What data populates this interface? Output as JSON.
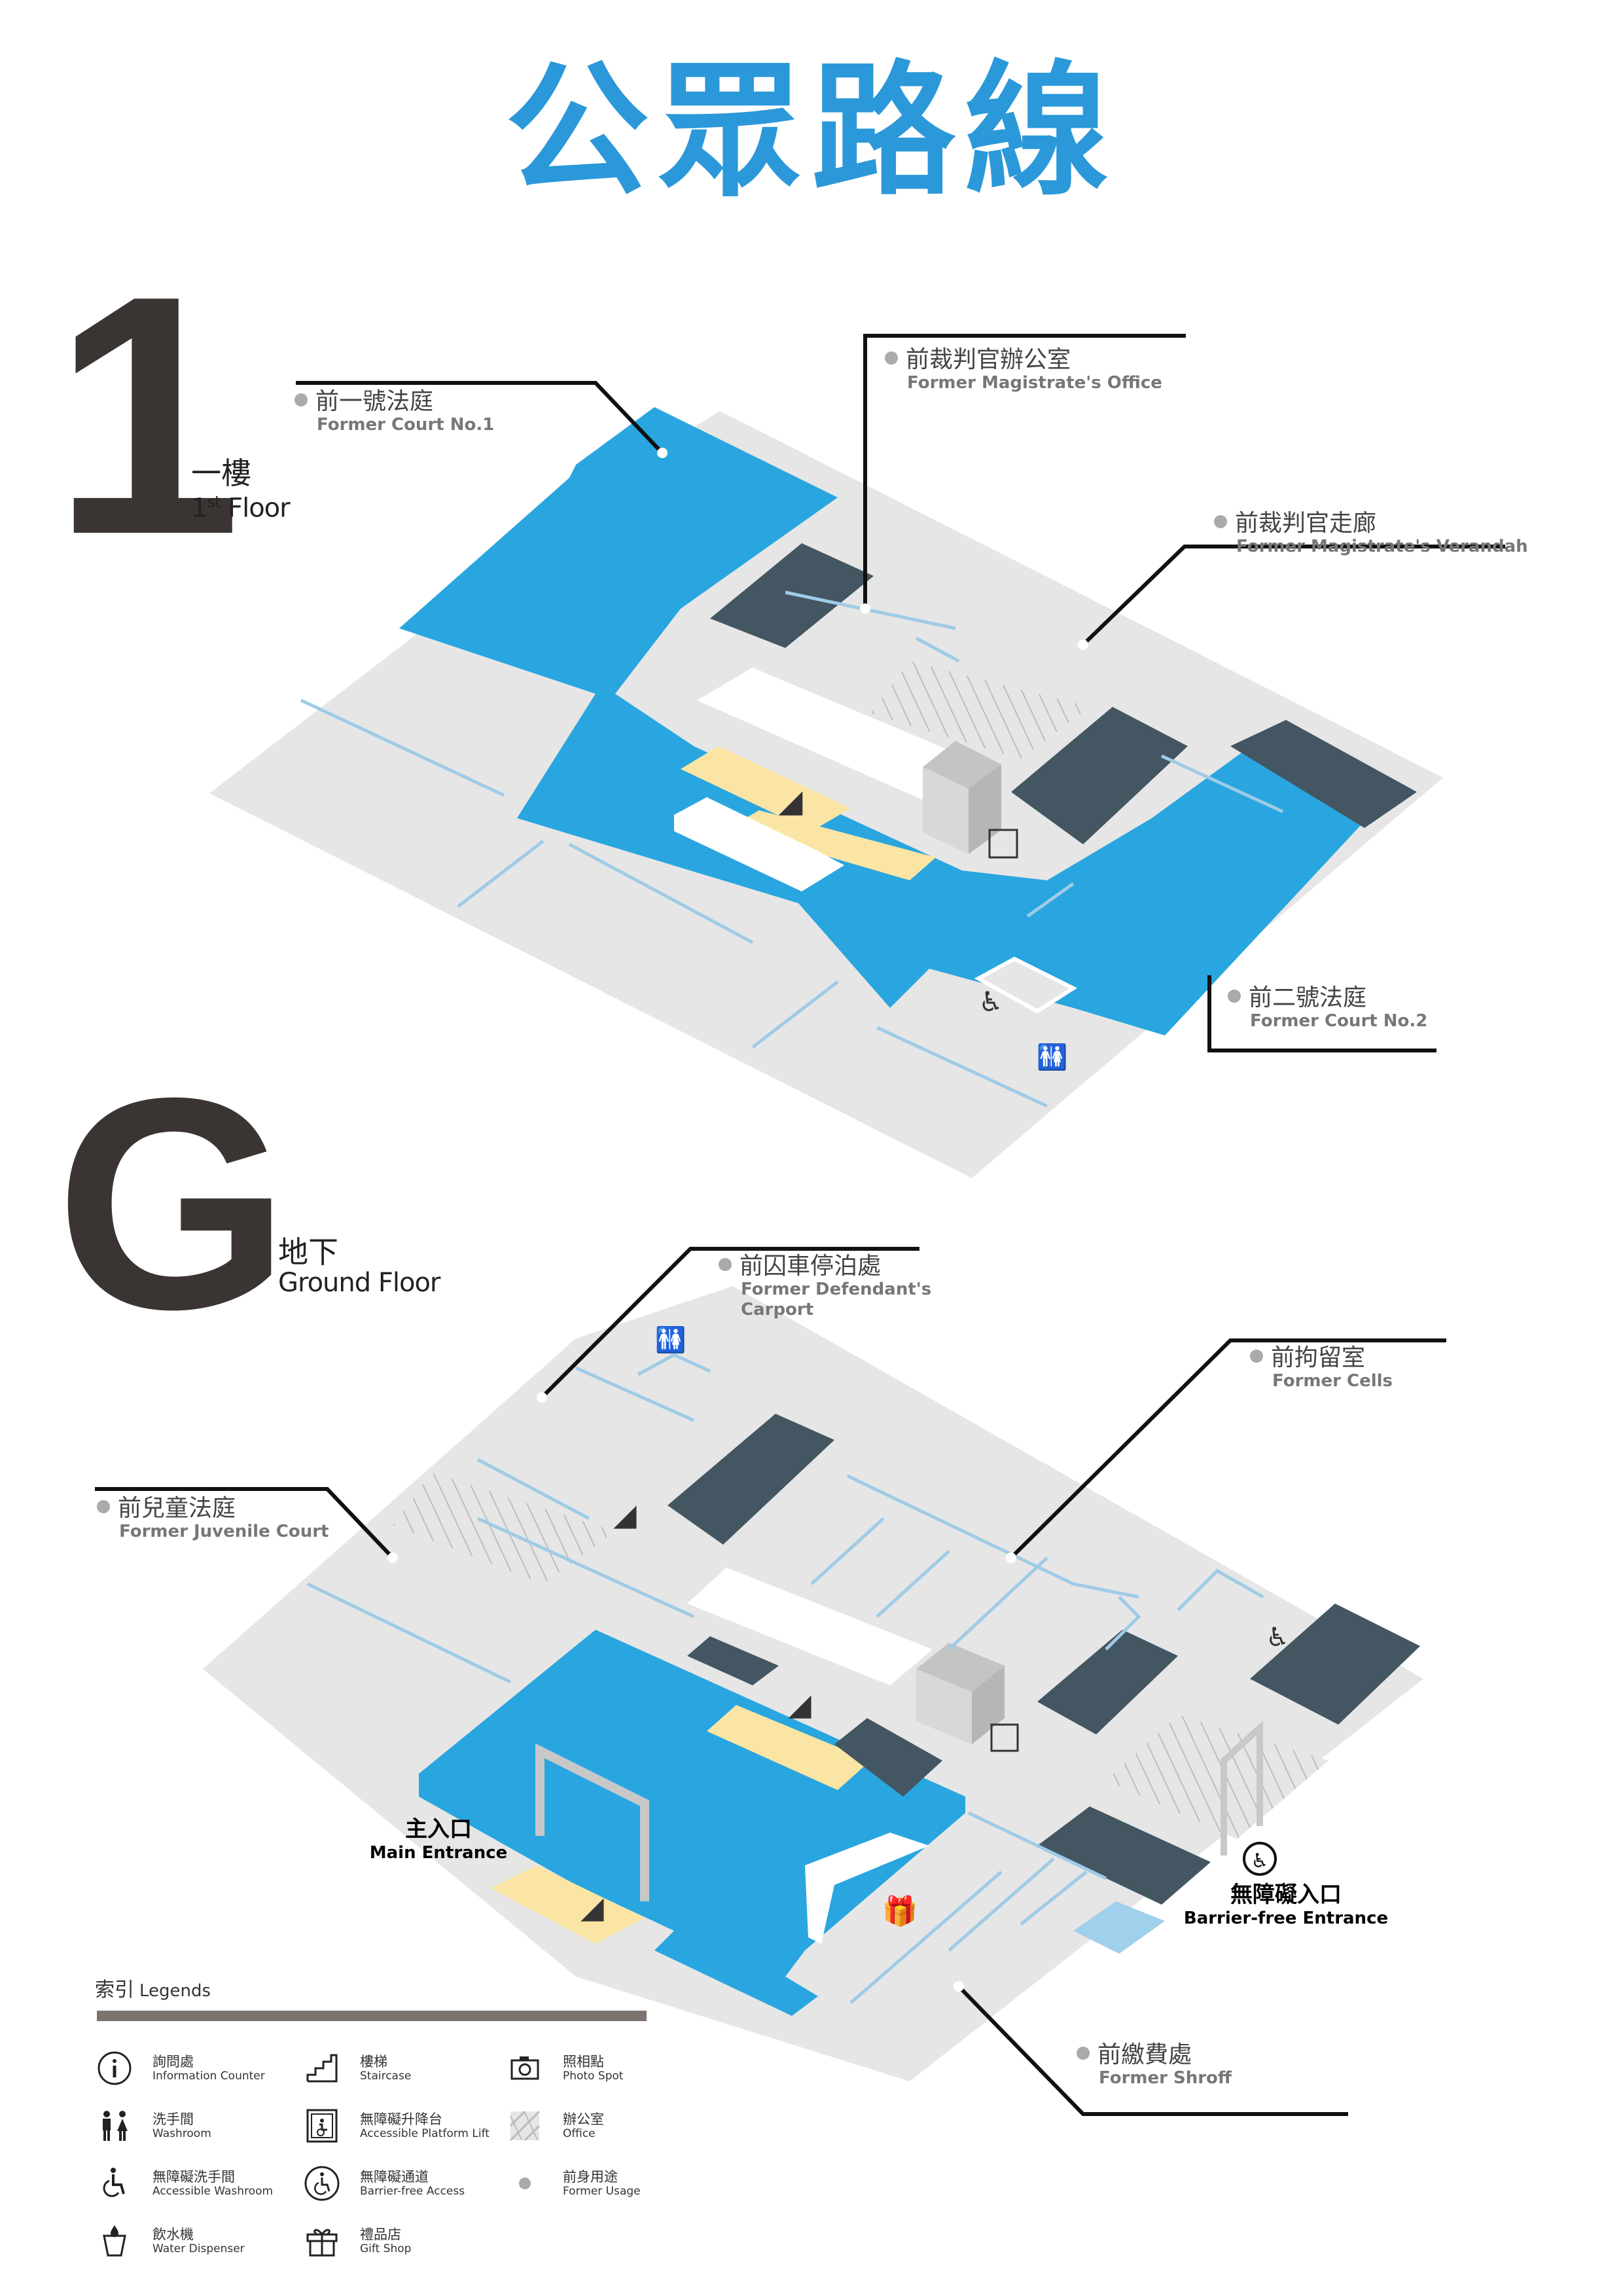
{
  "title": "公眾路線",
  "colors": {
    "title": "#2b98d9",
    "public_route": "#29a6df",
    "floor_base": "#e6e6e6",
    "office_dark": "#435661",
    "staircase": "#fbe5a4",
    "wall_lines": "#9fcbe6",
    "leader_line": "#111111",
    "usage_dot": "#aaaaaa",
    "legend_bar": "#7d746f"
  },
  "floors": {
    "first": {
      "number": "1",
      "zh": "一樓",
      "en_num": "1",
      "en_sup": "st",
      "en_suffix": " Floor"
    },
    "ground": {
      "number": "G",
      "zh": "地下",
      "en": "Ground Floor"
    }
  },
  "first_floor_callouts": [
    {
      "zh": "前一號法庭",
      "en": "Former Court No.1"
    },
    {
      "zh": "前裁判官辦公室",
      "en": "Former Magistrate's Office"
    },
    {
      "zh": "前裁判官走廊",
      "en": "Former Magistrate's Verandah"
    },
    {
      "zh": "前二號法庭",
      "en": "Former Court No.2"
    }
  ],
  "ground_floor_callouts": [
    {
      "zh": "前囚車停泊處",
      "en": "Former Defendant's",
      "en2": "Carport"
    },
    {
      "zh": "前拘留室",
      "en": "Former Cells"
    },
    {
      "zh": "前兒童法庭",
      "en": "Former Juvenile Court"
    },
    {
      "zh": "前繳費處",
      "en": "Former Shroff"
    }
  ],
  "entrances": {
    "main": {
      "zh": "主入口",
      "en": "Main Entrance"
    },
    "barrier_free": {
      "zh": "無障礙入口",
      "en": "Barrier-free Entrance"
    }
  },
  "legend": {
    "title_zh": "索引",
    "title_en": "Legends",
    "items": [
      {
        "icon": "info-icon",
        "zh": "詢問處",
        "en": "Information Counter"
      },
      {
        "icon": "staircase-icon",
        "zh": "樓梯",
        "en": "Staircase"
      },
      {
        "icon": "camera-icon",
        "zh": "照相點",
        "en": "Photo Spot"
      },
      {
        "icon": "washroom-icon",
        "zh": "洗手間",
        "en": "Washroom"
      },
      {
        "icon": "lift-icon",
        "zh": "無障礙升降台",
        "en": "Accessible Platform Lift"
      },
      {
        "icon": "office-hatch-icon",
        "zh": "辦公室",
        "en": "Office"
      },
      {
        "icon": "wheelchair-icon",
        "zh": "無障礙洗手間",
        "en": "Accessible Washroom"
      },
      {
        "icon": "barrier-free-icon",
        "zh": "無障礙通道",
        "en": "Barrier-free Access"
      },
      {
        "icon": "dot-icon",
        "zh": "前身用途",
        "en": "Former Usage"
      },
      {
        "icon": "water-icon",
        "zh": "飲水機",
        "en": "Water Dispenser"
      },
      {
        "icon": "gift-icon",
        "zh": "禮品店",
        "en": "Gift Shop"
      }
    ]
  }
}
